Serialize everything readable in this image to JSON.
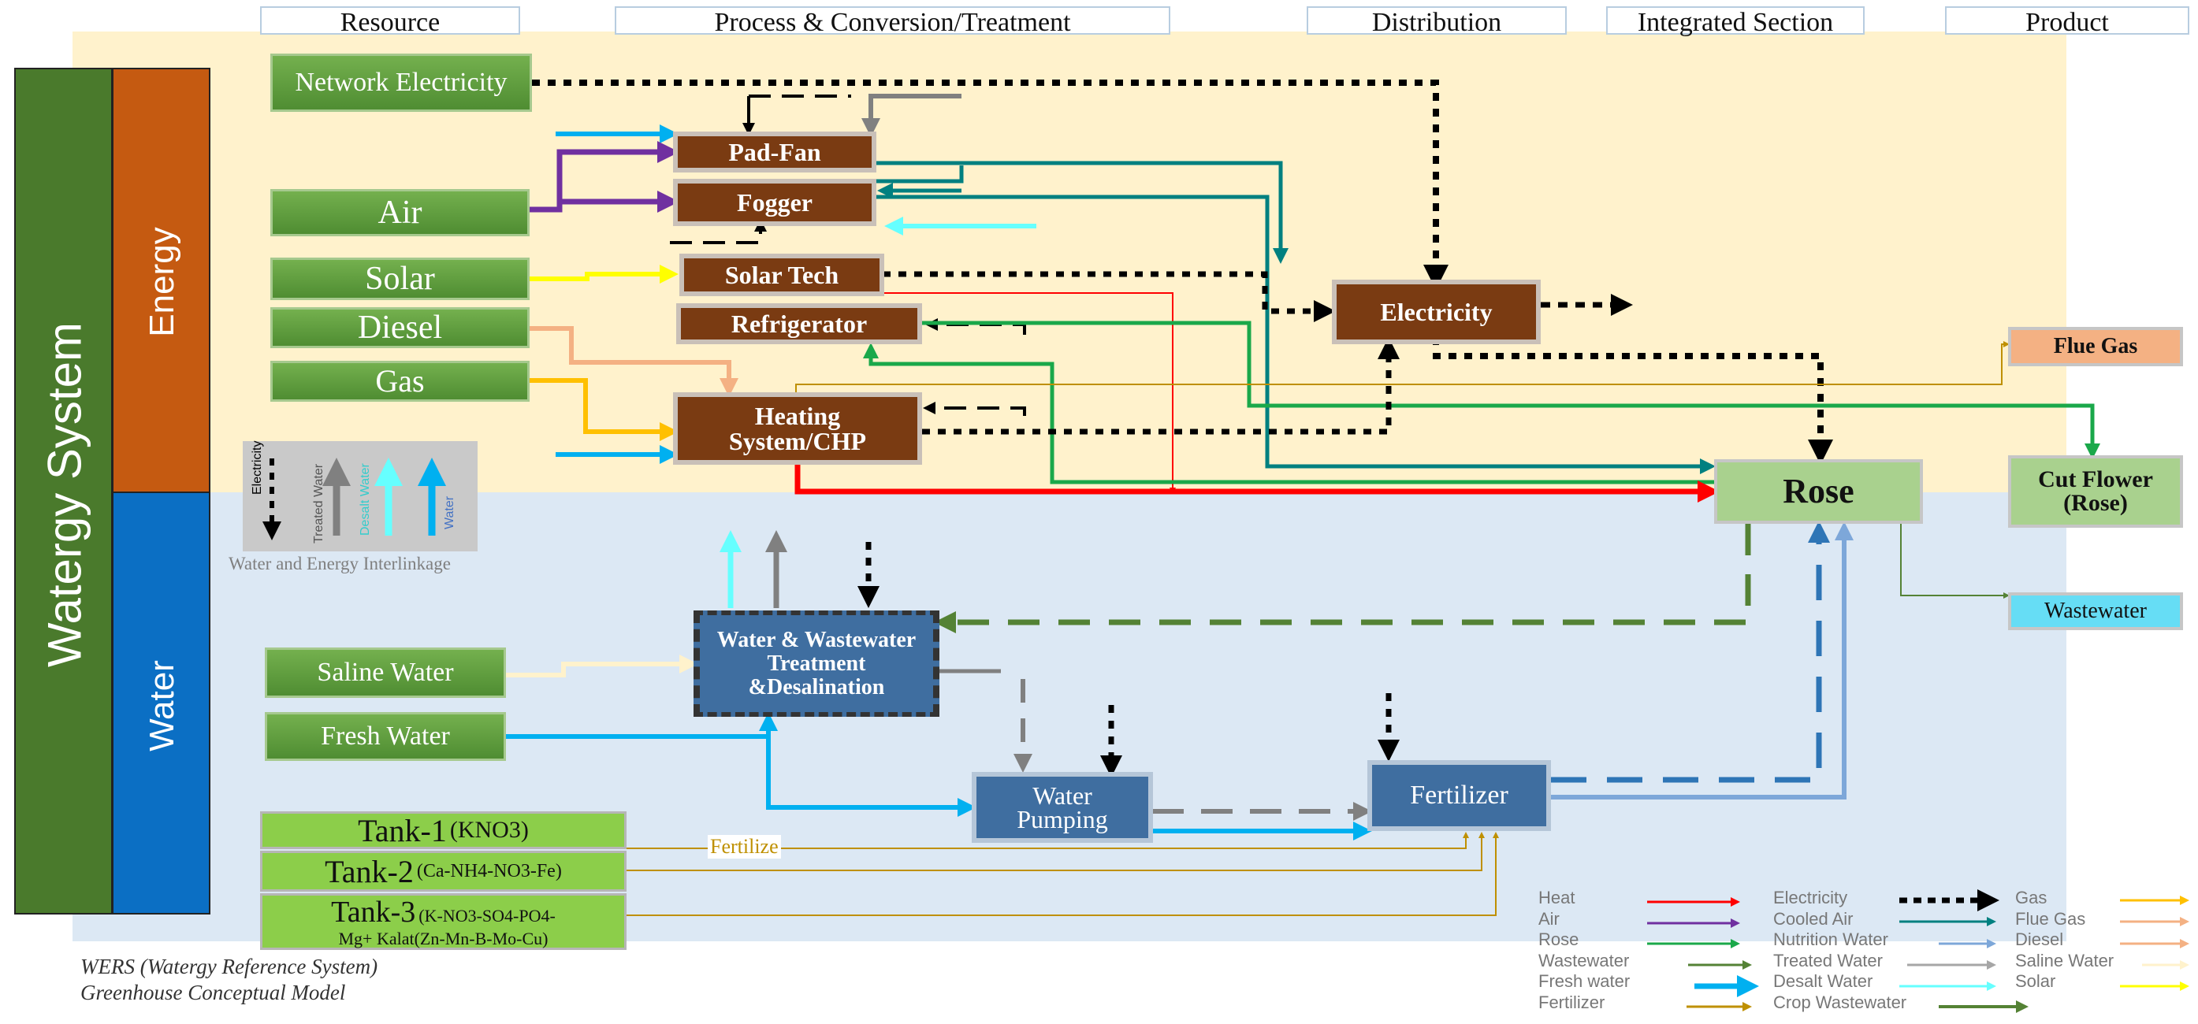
{
  "headers": {
    "resource": "Resource",
    "process": "Process & Conversion/Treatment",
    "distribution": "Distribution",
    "integrated": "Integrated Section",
    "product": "Product"
  },
  "side": {
    "system": "Watergy System",
    "energy": "Energy",
    "water": "Water"
  },
  "resources": {
    "network_electricity": "Network Electricity",
    "air": "Air",
    "solar": "Solar",
    "diesel": "Diesel",
    "gas": "Gas",
    "saline_water": "Saline Water",
    "fresh_water": "Fresh Water"
  },
  "processes": {
    "pad_fan": "Pad-Fan",
    "fogger": "Fogger",
    "solar_tech": "Solar Tech",
    "refrigerator": "Refrigerator",
    "heating": "Heating System/CHP",
    "treatment": "Water & Wastewater Treatment &Desalination",
    "pumping": "Water Pumping",
    "fertilizer": "Fertilizer",
    "electricity": "Electricity"
  },
  "integrated": {
    "rose": "Rose"
  },
  "products": {
    "flue_gas": "Flue Gas",
    "cut_flower": "Cut Flower (Rose)",
    "wastewater": "Wastewater"
  },
  "tanks": {
    "tank1_name": "Tank-1",
    "tank1_formula": "(KNO3)",
    "tank2_name": "Tank-2",
    "tank2_formula": "(Ca-NH4-NO3-Fe)",
    "tank3_name": "Tank-3",
    "tank3_formula": "(K-NO3-SO4-PO4-",
    "tank3_formula2": "Mg+ Kalat(Zn-Mn-B-Mo-Cu)"
  },
  "fertilize_label": "Fertilize",
  "interlinkage": {
    "caption": "Water and Energy Interlinkage",
    "electricity": "Electricity",
    "treated": "Treated Water",
    "desalt": "Desalt Water",
    "water": "Water"
  },
  "caption": {
    "line1": "WERS (Watergy Reference System)",
    "line2": "Greenhouse Conceptual Model"
  },
  "legend": {
    "col1": [
      "Heat",
      "Air",
      "Rose",
      "Wastewater",
      "Fresh water",
      "Fertilizer"
    ],
    "col2": [
      "Electricity",
      "Cooled Air",
      "Nutrition Water",
      "Treated Water",
      "Desalt Water",
      "Crop Wastewater"
    ],
    "col3": [
      "Gas",
      "Flue Gas",
      "Diesel",
      "Saline Water",
      "Solar"
    ]
  },
  "colors": {
    "heat": "#ff0000",
    "air": "#7030a0",
    "rose": "#1aa84a",
    "wastewater": "#548235",
    "fresh_water": "#00b0f0",
    "fertilizer": "#bf9000",
    "electricity": "#000000",
    "cooled_air": "#008080",
    "nutrition_water": "#7da7d9",
    "treated_water": "#808080",
    "desalt_water": "#66ffff",
    "crop_wastewater": "#548235",
    "gas": "#ffc000",
    "flue_gas": "#f4b183",
    "diesel": "#f4b183",
    "saline_water": "#fff2cc",
    "solar": "#ffff00"
  }
}
